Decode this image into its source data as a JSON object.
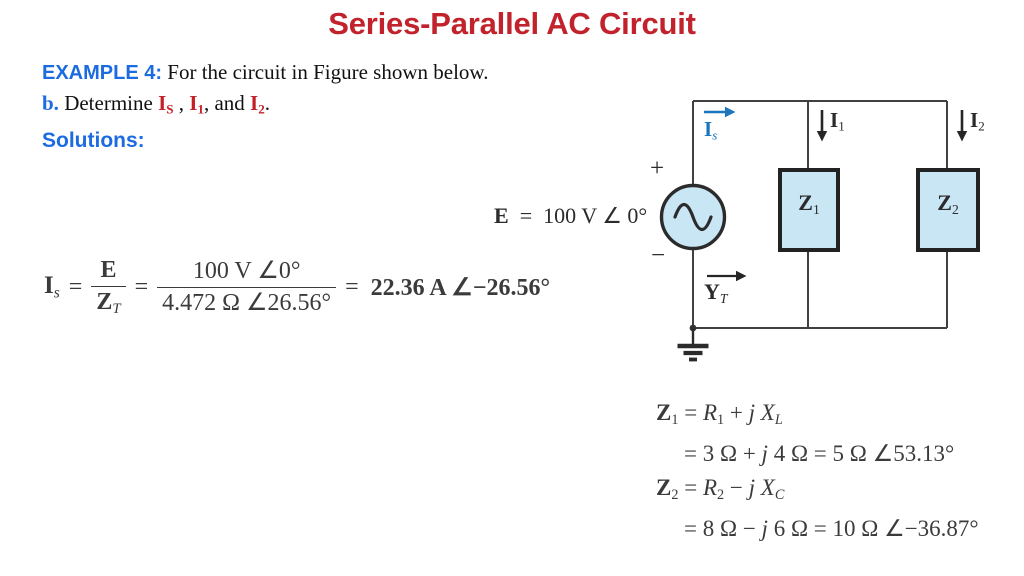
{
  "colors": {
    "title_red": "#c1222b",
    "accent_blue": "#1c6be0",
    "value_red": "#c42127",
    "circuit_label_blue": "#1b75bc",
    "component_fill": "#c9e6f5",
    "ink": "#3b3b3b"
  },
  "slide": {
    "title": "Series-Parallel AC Circuit",
    "example_label": "EXAMPLE 4:",
    "example_text": " For the circuit in Figure shown below.",
    "solutions_label": "Solutions:",
    "part_b": [
      {
        "t": "b.",
        "b": true,
        "c": "#1c6be0"
      },
      {
        "t": " Determine "
      },
      {
        "t": "I",
        "b": true,
        "c": "#c42127"
      },
      {
        "t": "S",
        "b": true,
        "c": "#c42127",
        "sub": true
      },
      {
        "t": " , "
      },
      {
        "t": "I",
        "b": true,
        "c": "#c42127"
      },
      {
        "t": "1",
        "b": true,
        "c": "#c42127",
        "sub": true
      },
      {
        "t": ", and "
      },
      {
        "t": "I",
        "b": true,
        "c": "#c42127"
      },
      {
        "t": "2",
        "b": true,
        "c": "#c42127",
        "sub": true
      },
      {
        "t": "."
      }
    ]
  },
  "main_equation": {
    "lhs": [
      {
        "t": "I",
        "b": true
      },
      {
        "t": "s",
        "sub": true,
        "i": true
      }
    ],
    "eq1": "=",
    "frac1_num": [
      {
        "t": "E",
        "b": true
      }
    ],
    "frac1_den": [
      {
        "t": "Z",
        "b": true
      },
      {
        "t": "T",
        "sub": true,
        "i": true
      }
    ],
    "eq2": "=",
    "frac2_num": "100 V ∠0°",
    "frac2_den": "4.472 Ω ∠26.56°",
    "eq3": "=",
    "result": "22.36 A ∠−26.56°"
  },
  "circuit": {
    "source_label": [
      {
        "t": "E",
        "b": true
      },
      {
        "t": "  =  100 V ∠ 0°"
      }
    ],
    "plus": "+",
    "minus": "−",
    "is_label": [
      {
        "t": "I",
        "b": true,
        "c": "#1b75bc"
      },
      {
        "t": "s",
        "sub": true,
        "i": true,
        "c": "#1b75bc"
      }
    ],
    "i1_label": [
      {
        "t": "I",
        "b": true
      },
      {
        "t": "1",
        "sub": true
      }
    ],
    "i2_label": [
      {
        "t": "I",
        "b": true
      },
      {
        "t": "2",
        "sub": true
      }
    ],
    "z1_label": [
      {
        "t": "Z",
        "b": true
      },
      {
        "t": "1",
        "sub": true
      }
    ],
    "z2_label": [
      {
        "t": "Z",
        "b": true
      },
      {
        "t": "2",
        "sub": true
      }
    ],
    "yt_label": [
      {
        "t": "Y",
        "b": true
      },
      {
        "t": "T",
        "sub": true,
        "i": true
      }
    ]
  },
  "impedance_equations": {
    "z1_line1": [
      {
        "t": "Z",
        "b": true
      },
      {
        "t": "1",
        "sub": true
      },
      {
        "t": " = "
      },
      {
        "t": "R",
        "i": true
      },
      {
        "t": "1",
        "sub": true
      },
      {
        "t": " + "
      },
      {
        "t": "j ",
        "i": true
      },
      {
        "t": "X",
        "i": true
      },
      {
        "t": "L",
        "sub": true,
        "i": true
      }
    ],
    "z1_line2": [
      {
        "t": "= 3 Ω + "
      },
      {
        "t": "j",
        "i": true
      },
      {
        "t": " 4 Ω = 5 Ω ∠53.13°"
      }
    ],
    "z2_line1": [
      {
        "t": "Z",
        "b": true
      },
      {
        "t": "2",
        "sub": true
      },
      {
        "t": " = "
      },
      {
        "t": "R",
        "i": true
      },
      {
        "t": "2",
        "sub": true
      },
      {
        "t": " − "
      },
      {
        "t": "j ",
        "i": true
      },
      {
        "t": "X",
        "i": true
      },
      {
        "t": "C",
        "sub": true,
        "i": true
      }
    ],
    "z2_line2": [
      {
        "t": "= 8 Ω − "
      },
      {
        "t": "j",
        "i": true
      },
      {
        "t": " 6 Ω = 10 Ω ∠−36.87°"
      }
    ]
  }
}
